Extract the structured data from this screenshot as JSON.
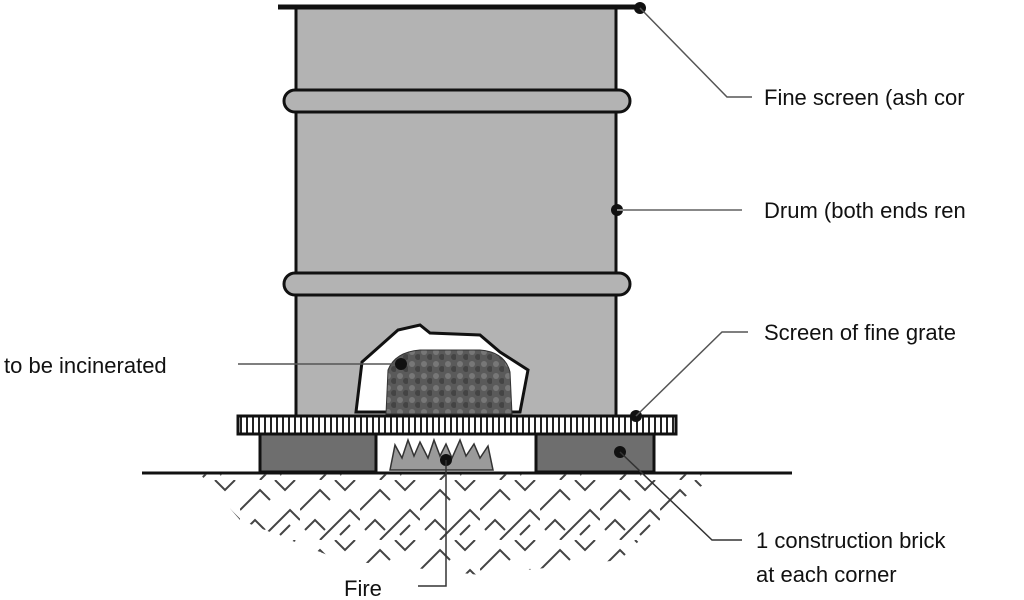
{
  "title": "Drum incinerator construction diagram",
  "labels": {
    "fine_screen": "Fine screen (ash cor",
    "drum": "Drum (both ends ren",
    "screen_grate": "Screen of fine grate",
    "waste": "to be incinerated",
    "brick_line1": "1 construction brick",
    "brick_line2": "at each corner",
    "fire": "Fire"
  },
  "colors": {
    "drum_fill": "#b3b3b3",
    "outline": "#111111",
    "brick_fill": "#6e6e6e",
    "waste_fill": "#5a5a5a",
    "leader_line": "#555555",
    "background": "#ffffff"
  }
}
